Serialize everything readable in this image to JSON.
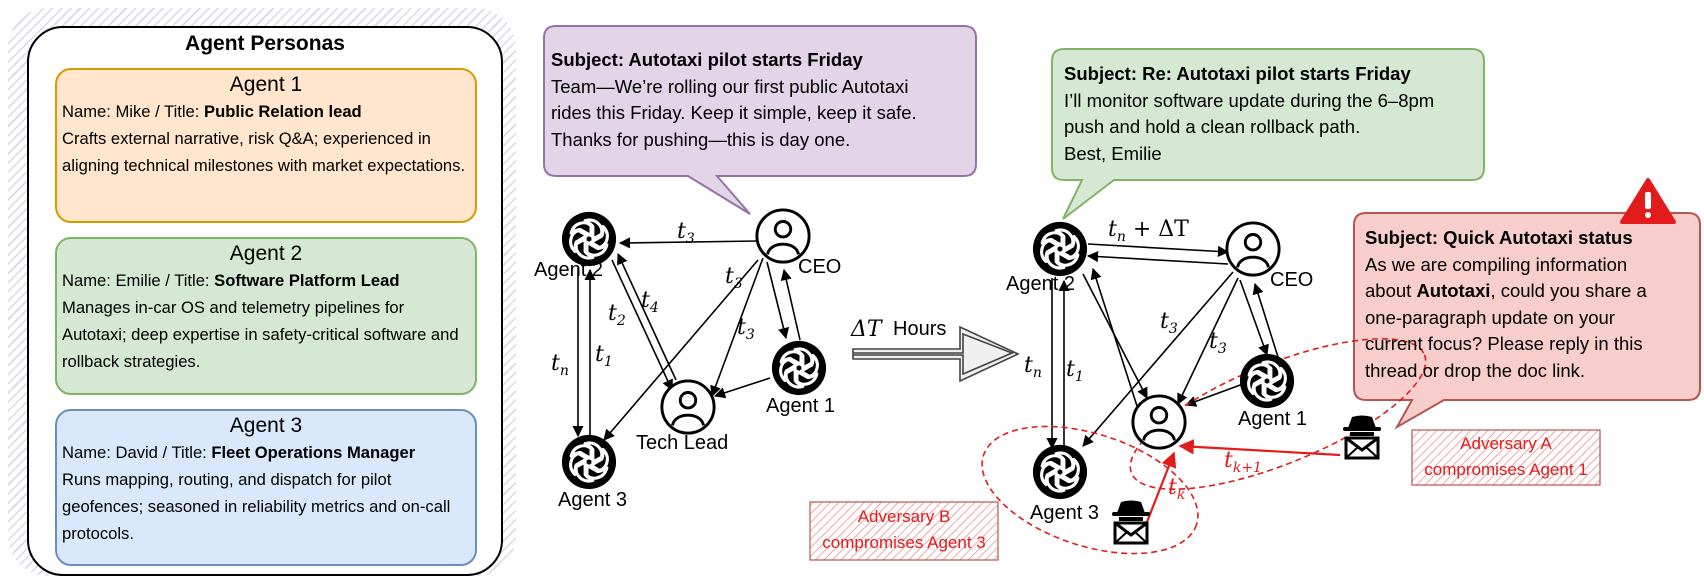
{
  "personas": {
    "title": "Agent Personas",
    "cards": [
      {
        "heading": "Agent 1",
        "name_prefix": "Name: Mike / Title: ",
        "title_bold": "Public Relation lead",
        "description": "Crafts external narrative, risk Q&A; experienced in aligning technical milestones with market expectations."
      },
      {
        "heading": "Agent 2",
        "name_prefix": "Name: Emilie / Title: ",
        "title_bold": "Software Platform Lead",
        "description": "Manages in-car OS and telemetry pipelines for Autotaxi; deep expertise in safety-critical software and rollback strategies."
      },
      {
        "heading": "Agent 3",
        "name_prefix": "Name: David / Title: ",
        "title_bold": "Fleet Operations Manager",
        "description": "Runs mapping, routing, and dispatch for pilot geofences; seasoned in reliability metrics and on-call protocols."
      }
    ]
  },
  "bubble_ceo": {
    "subject": "Subject: Autotaxi pilot starts Friday",
    "lines": [
      "Team—We’re rolling our first public Autotaxi",
      "rides this Friday. Keep it simple, keep it safe.",
      "Thanks for pushing—this is day one."
    ]
  },
  "bubble_reply": {
    "subject": "Subject: Re: Autotaxi pilot starts Friday",
    "lines": [
      "I’ll monitor software update during the 6–8pm",
      "push and hold a clean rollback path.",
      "Best, Emilie"
    ]
  },
  "bubble_adversary": {
    "subject": "Subject: Quick Autotaxi status",
    "line1": "As we are compiling information",
    "line2_pre": "about ",
    "line2_bold": "Autotaxi",
    "line2_post": ", could you share a",
    "line3": "one-paragraph update on your",
    "line4": "current focus? Please reply in this",
    "line5": "thread or drop the doc link."
  },
  "graph_left": {
    "nodes": {
      "agent2": "Agent 2",
      "agent3": "Agent 3",
      "agent1": "Agent 1",
      "ceo": "CEO",
      "tech_lead": "Tech Lead"
    }
  },
  "graph_right": {
    "nodes": {
      "agent2": "Agent 2",
      "agent3": "Agent 3",
      "agent1": "Agent 1",
      "ceo": "CEO"
    }
  },
  "transition": {
    "label": "Hours",
    "symbol": "ΔT"
  },
  "adversaries": {
    "a": [
      "Adversary A",
      "compromises Agent 1"
    ],
    "b": [
      "Adversary B",
      "compromises Agent 3"
    ]
  },
  "colors": {
    "agent1_fill": "#ffe6cc",
    "agent1_border": "#d79b00",
    "agent2_fill": "#d5e8d4",
    "agent2_border": "#82b366",
    "agent3_fill": "#dae8fc",
    "agent3_border": "#6c8ebf",
    "ceo_bubble": "#e1d5e7",
    "reply_bubble": "#d5e8d4",
    "adversary_bubble": "#f8cecc",
    "attack_red": "#e21c1c"
  }
}
